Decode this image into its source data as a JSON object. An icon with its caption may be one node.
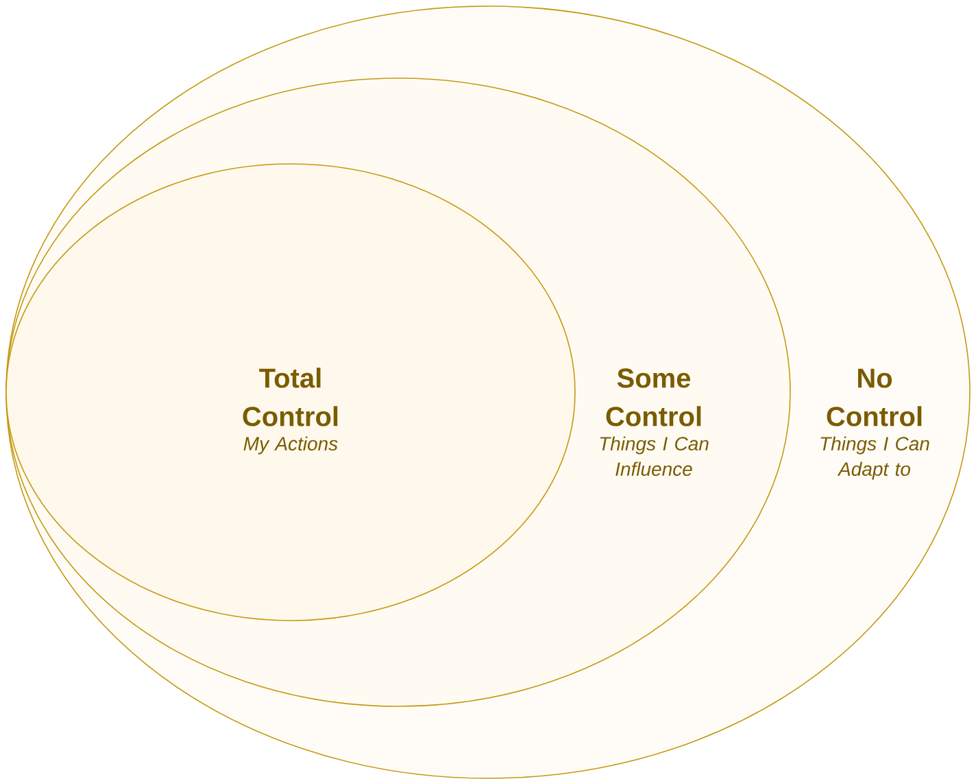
{
  "diagram": {
    "nodes": [
      {
        "text": [
          "No Control",
          "Things I Can Adapt to"
        ]
      },
      {
        "text": [
          "Some Control",
          "Things I Can Influence"
        ],
        "in": 0
      },
      {
        "text": [
          "Total Control",
          "My Actions"
        ],
        "in": 1
      }
    ]
  }
}
